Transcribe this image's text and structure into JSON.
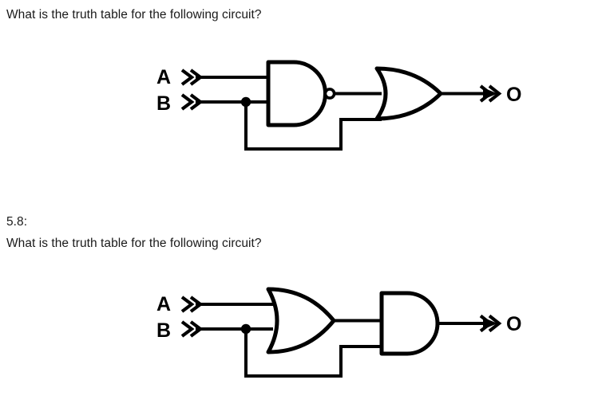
{
  "page": {
    "background_color": "#ffffff",
    "text_color": "#1a1a1a",
    "line_color": "#000000"
  },
  "question_1": {
    "prompt": "What is the truth table for the following circuit?"
  },
  "section": {
    "number_label": "5.8:"
  },
  "question_2": {
    "prompt": "What is the truth table for the following circuit?"
  },
  "circuit_1": {
    "name": "nand-then-or-circuit",
    "inputs": [
      {
        "label": "A",
        "marker": "double-chevron-right"
      },
      {
        "label": "B",
        "marker": "double-chevron-right"
      }
    ],
    "output": {
      "label": "O",
      "marker": "arrow-double-chevron-right"
    },
    "gates": [
      {
        "id": "gate-1",
        "type": "NAND",
        "inputs": [
          "A",
          "B"
        ],
        "has_inversion_bubble": true
      },
      {
        "id": "gate-2",
        "type": "OR",
        "inputs": [
          "gate-1",
          "B"
        ],
        "has_inversion_bubble": false
      }
    ],
    "junctions": [
      {
        "id": "junction-b",
        "on_net": "B",
        "fanout": [
          "gate-1",
          "gate-2"
        ]
      }
    ],
    "expression": "O = NOT(A AND B) OR B"
  },
  "circuit_2": {
    "name": "or-then-and-circuit",
    "inputs": [
      {
        "label": "A",
        "marker": "double-chevron-right"
      },
      {
        "label": "B",
        "marker": "double-chevron-right"
      }
    ],
    "output": {
      "label": "O",
      "marker": "arrow-double-chevron-right"
    },
    "gates": [
      {
        "id": "gate-1",
        "type": "OR",
        "inputs": [
          "A",
          "B"
        ],
        "has_inversion_bubble": false
      },
      {
        "id": "gate-2",
        "type": "AND",
        "inputs": [
          "gate-1",
          "B"
        ],
        "has_inversion_bubble": false
      }
    ],
    "junctions": [
      {
        "id": "junction-b",
        "on_net": "B",
        "fanout": [
          "gate-1",
          "gate-2"
        ]
      }
    ],
    "expression": "O = (A OR B) AND B"
  }
}
